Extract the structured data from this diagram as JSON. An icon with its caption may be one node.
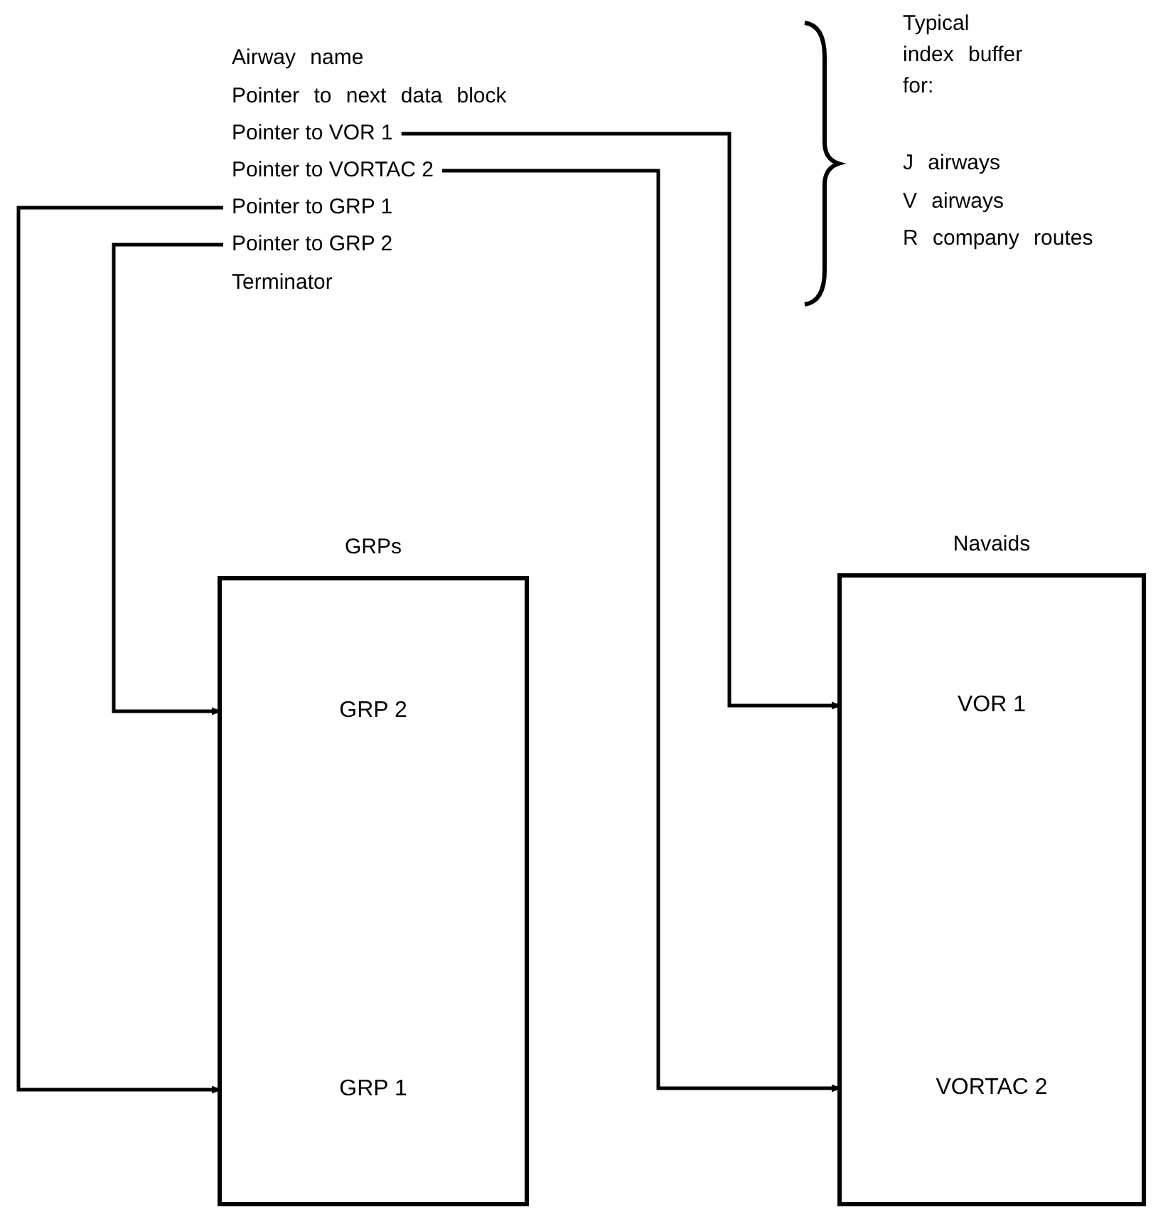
{
  "diagram": {
    "nodes": [
      {
        "text": [
          "Pointer to VOR 1"
        ]
      },
      {
        "text": [
          "Pointer to VORTAC 2"
        ]
      },
      {
        "text": [
          "Pointer to GRP 1"
        ]
      },
      {
        "text": [
          "Pointer to GRP 2"
        ]
      },
      {
        "text": [
          "GRPs"
        ]
      },
      {
        "text": [
          "GRP 2"
        ],
        "in": 4
      },
      {
        "text": [
          "GRP 1"
        ],
        "in": 4
      },
      {
        "text": [
          "Navaids"
        ]
      },
      {
        "text": [
          "VOR 1"
        ],
        "in": 7
      },
      {
        "text": [
          "VORTAC 2"
        ],
        "in": 7
      }
    ],
    "edges": [
      {
        "from": 0,
        "to": 8,
        "arrow": "to"
      },
      {
        "from": 1,
        "to": 9,
        "arrow": "to"
      },
      {
        "from": 2,
        "to": 6,
        "arrow": "to"
      },
      {
        "from": 3,
        "to": 5,
        "arrow": "to"
      }
    ],
    "labels": [
      "Airway name",
      "Pointer to next data block",
      "Terminator",
      "Typical index buffer for:",
      "J airways",
      "V airways",
      "R company routes"
    ]
  }
}
